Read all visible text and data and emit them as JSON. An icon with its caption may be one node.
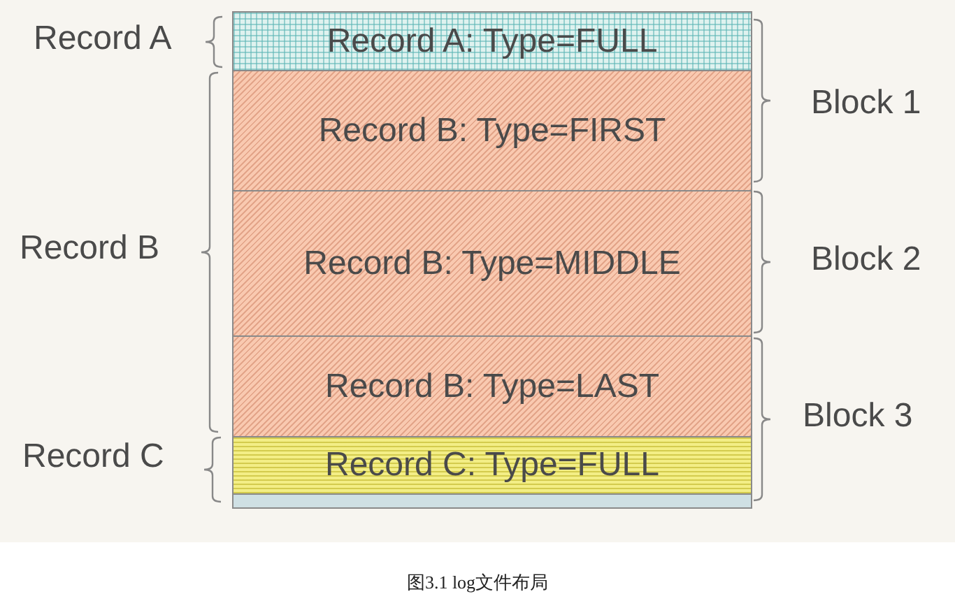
{
  "diagram": {
    "caption": "图3.1 log文件布局",
    "nodes": [
      {
        "text": [
          "Record A: Type=FULL"
        ]
      },
      {
        "text": [
          "Record B: Type=FIRST"
        ]
      },
      {
        "text": [
          "Record B: Type=MIDDLE"
        ]
      },
      {
        "text": [
          "Record B: Type=LAST"
        ]
      },
      {
        "text": [
          "Record C: Type=FULL"
        ]
      },
      {
        "text": [],
        "shape": "box"
      }
    ],
    "edges": [],
    "labels": [
      "Record A",
      "Block 1",
      "Record B",
      "Block 2",
      "Record C",
      "Block 3"
    ]
  }
}
